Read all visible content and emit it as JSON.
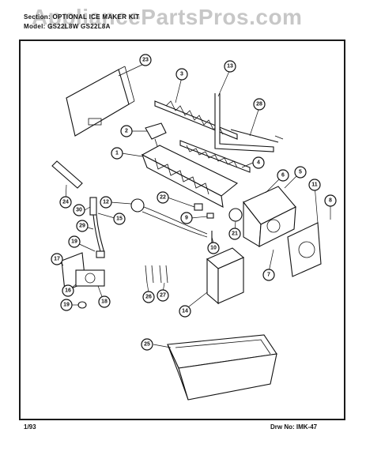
{
  "header": {
    "section_line": "Section: OPTIONAL ICE MAKER KIT",
    "model_line": "Model: GS22L8W GS22L8A"
  },
  "watermark": "AppliancePartsPros.com",
  "footer": {
    "date": "1/93",
    "drawing_number": "Drw No: IMK-47"
  },
  "callouts": [
    "23",
    "3",
    "13",
    "28",
    "2",
    "1",
    "4",
    "24",
    "22",
    "12",
    "30",
    "15",
    "9",
    "10",
    "6",
    "5",
    "11",
    "8",
    "21",
    "29",
    "19",
    "17",
    "16",
    "18",
    "19",
    "26",
    "27",
    "14",
    "7",
    "25"
  ]
}
